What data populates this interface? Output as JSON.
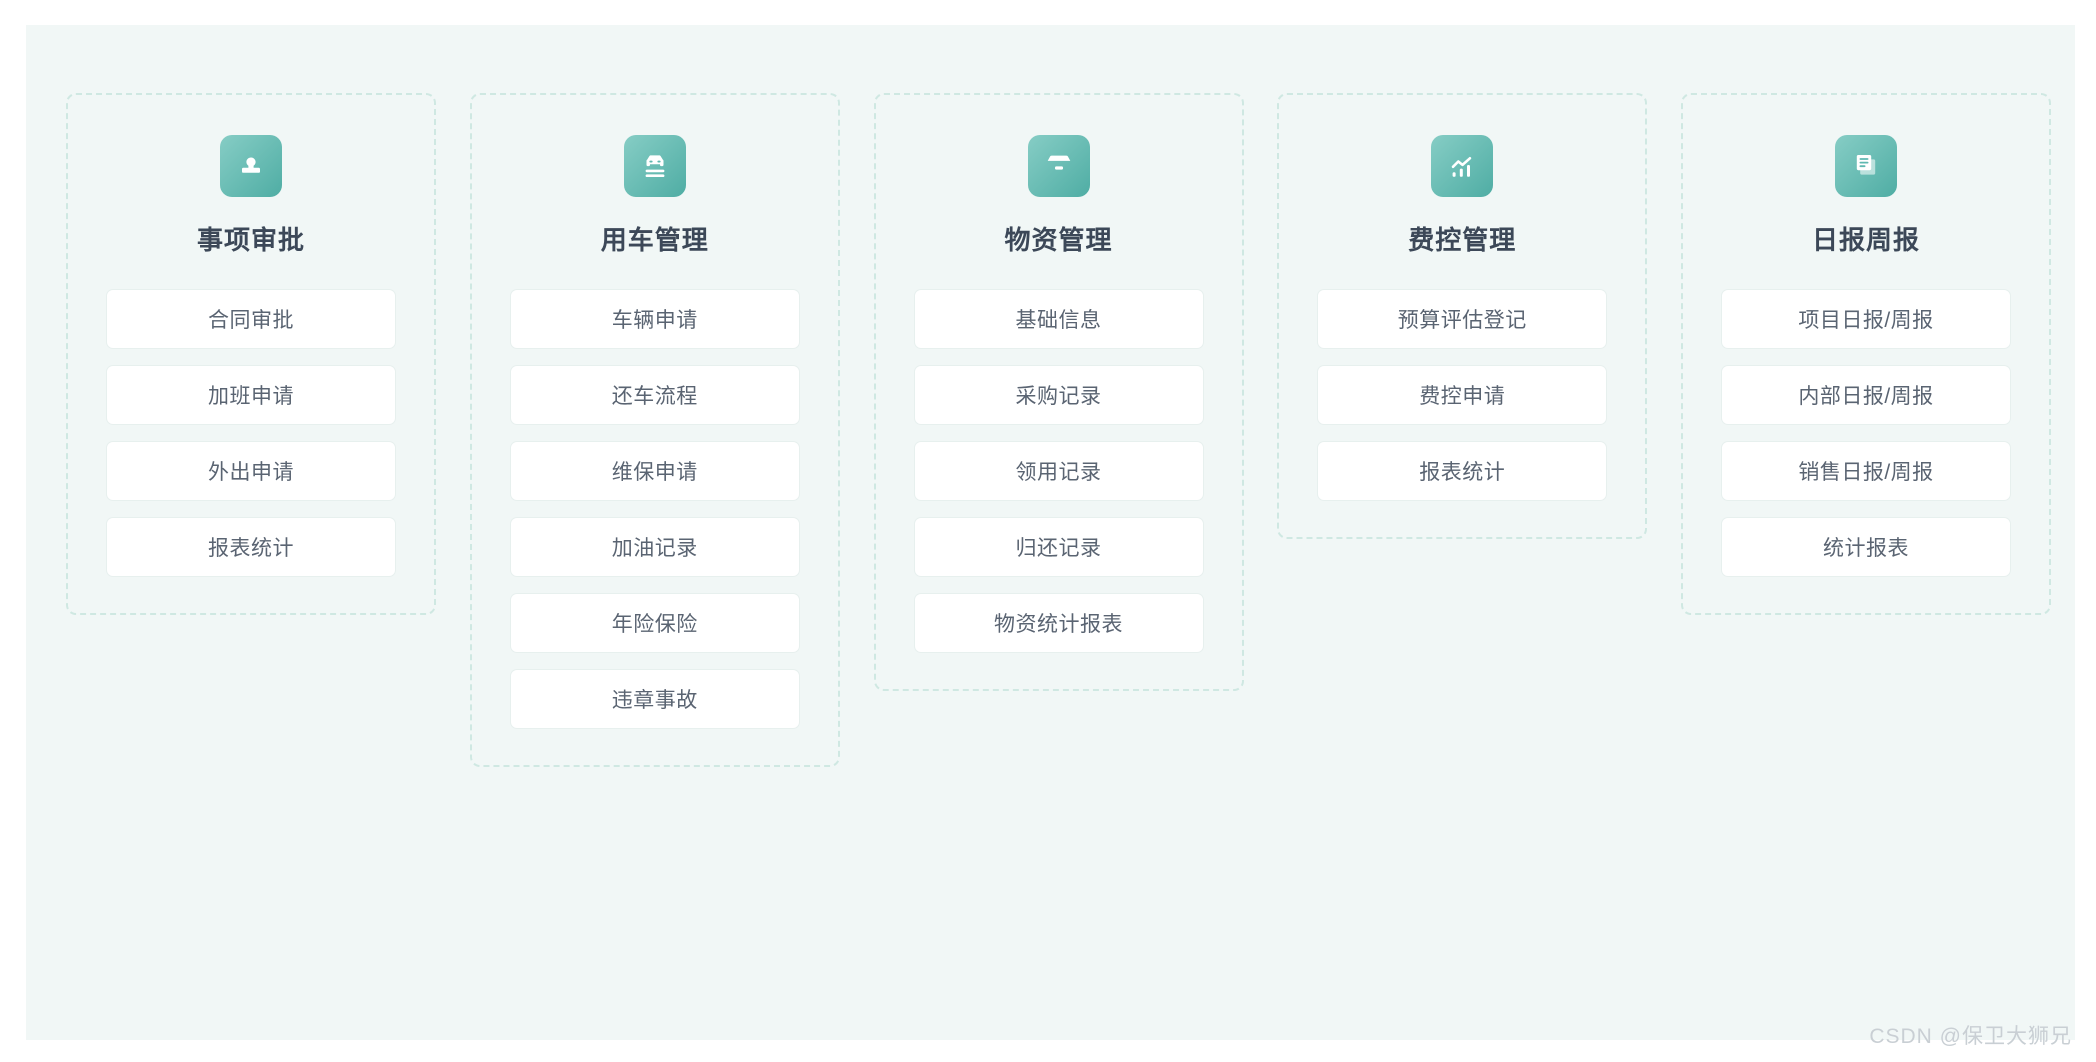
{
  "theme": {
    "panel_bg": "#f1f7f6",
    "page_bg": "#ffffff",
    "dashed_border": "#cfe8e2",
    "icon_gradient_from": "#86cdc5",
    "icon_gradient_to": "#4fada4",
    "title_color": "#3c4858",
    "item_text_color": "#5a6472",
    "item_bg": "#ffffff",
    "item_border": "#e7f0ee",
    "watermark_color": "#c9cfd4"
  },
  "watermark": "CSDN @保卫大狮兄",
  "modules": [
    {
      "title": "事项审批",
      "icon": "stamp-icon",
      "items": [
        "合同审批",
        "加班申请",
        "外出申请",
        "报表统计"
      ]
    },
    {
      "title": "用车管理",
      "icon": "car-document-icon",
      "items": [
        "车辆申请",
        "还车流程",
        "维保申请",
        "加油记录",
        "年险保险",
        "违章事故"
      ]
    },
    {
      "title": "物资管理",
      "icon": "archive-box-icon",
      "items": [
        "基础信息",
        "采购记录",
        "领用记录",
        "归还记录",
        "物资统计报表"
      ]
    },
    {
      "title": "费控管理",
      "icon": "chart-trend-icon",
      "items": [
        "预算评估登记",
        "费控申请",
        "报表统计"
      ]
    },
    {
      "title": "日报周报",
      "icon": "document-stack-icon",
      "items": [
        "项目日报/周报",
        "内部日报/周报",
        "销售日报/周报",
        "统计报表"
      ]
    }
  ]
}
